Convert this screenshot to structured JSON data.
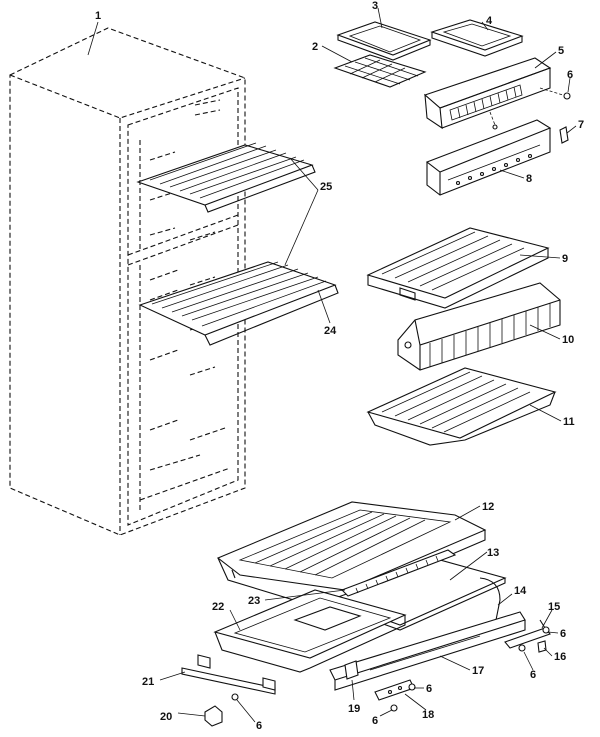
{
  "labels": {
    "p1": "1",
    "p2": "2",
    "p3": "3",
    "p4": "4",
    "p5": "5",
    "p6a": "6",
    "p7": "7",
    "p8": "8",
    "p9": "9",
    "p10": "10",
    "p11": "11",
    "p12": "12",
    "p13": "13",
    "p14": "14",
    "p15": "15",
    "p6b": "6",
    "p16": "16",
    "p6c": "6",
    "p17": "17",
    "p18": "18",
    "p6d": "6",
    "p6e": "6",
    "p19": "19",
    "p20": "20",
    "p6f": "6",
    "p21": "21",
    "p22": "22",
    "p23": "23",
    "p24": "24",
    "p25": "25"
  }
}
